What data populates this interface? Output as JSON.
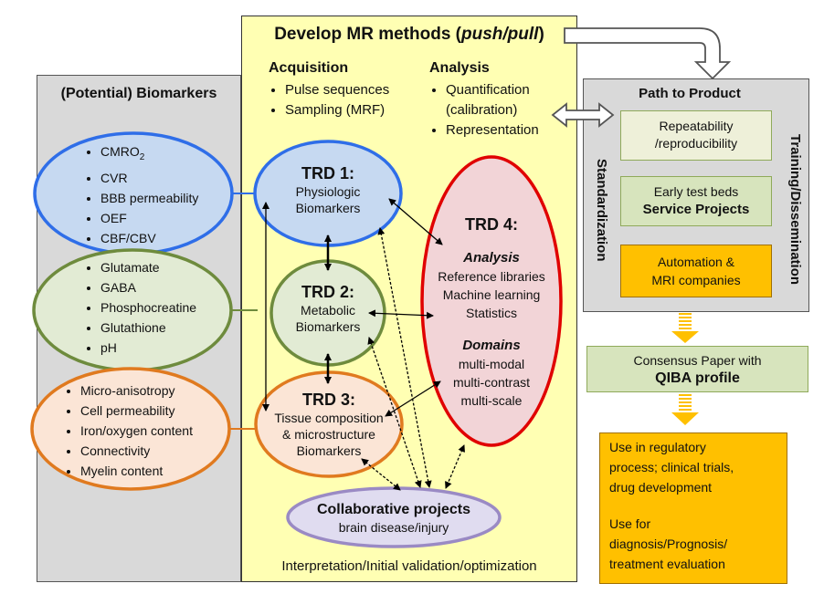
{
  "center_panel": {
    "title_prefix": "Develop MR methods (",
    "title_italic": "push/pull",
    "title_suffix": ")",
    "acquisition": {
      "heading": "Acquisition",
      "items": [
        "Pulse sequences",
        "Sampling (MRF)"
      ]
    },
    "analysis": {
      "heading": "Analysis",
      "items": [
        "Quantification (calibration)",
        "Representation"
      ]
    },
    "footer": "Interpretation/Initial validation/optimization"
  },
  "biomarkers_panel": {
    "title": "(Potential) Biomarkers",
    "group1": [
      "CMRO",
      "CVR",
      "BBB permeability",
      "OEF",
      "CBF/CBV"
    ],
    "group1_subscript": "2",
    "group2": [
      "Glutamate",
      "GABA",
      "Phosphocreatine",
      "Glutathione",
      "pH"
    ],
    "group3": [
      "Micro-anisotropy",
      "Cell permeability",
      "Iron/oxygen content",
      "Connectivity",
      "Myelin content"
    ]
  },
  "trd1": {
    "title": "TRD 1:",
    "line1": "Physiologic",
    "line2": "Biomarkers"
  },
  "trd2": {
    "title": "TRD 2:",
    "line1": "Metabolic",
    "line2": "Biomarkers"
  },
  "trd3": {
    "title": "TRD 3:",
    "line1": "Tissue composition",
    "line2": "& microstructure",
    "line3": "Biomarkers"
  },
  "trd4": {
    "title": "TRD 4:",
    "analysis_heading": "Analysis",
    "analysis_items": [
      "Reference libraries",
      "Machine learning",
      "Statistics"
    ],
    "domains_heading": "Domains",
    "domains_items": [
      "multi-modal",
      "multi-contrast",
      "multi-scale"
    ]
  },
  "collab": {
    "title": "Collaborative projects",
    "subtitle": "brain disease/injury"
  },
  "path_panel": {
    "title": "Path to Product",
    "standardization": "Standardization",
    "training": "Training/Dissemination",
    "box1": {
      "line1": "Repeatability",
      "line2": "/reproducibility"
    },
    "box2": {
      "line1": "Early test beds",
      "line2": "Service Projects"
    },
    "box3": {
      "line1": "Automation &",
      "line2": "MRI companies"
    }
  },
  "consensus": {
    "line1": "Consensus Paper with",
    "line2": "QIBA profile"
  },
  "use_box": {
    "para1": [
      "Use in regulatory",
      "process; clinical trials,",
      "drug development"
    ],
    "para2": [
      "Use for",
      "diagnosis/Prognosis/",
      "treatment evaluation"
    ]
  },
  "colors": {
    "center_bg": "#ffffb3",
    "left_bg": "#d9d9d9",
    "trd1": "#2f6ee8",
    "trd1_fill": "#c6d9f1",
    "trd2": "#6e8b3d",
    "trd2_fill": "#e2ebd4",
    "trd3": "#e07a1f",
    "trd3_fill": "#fbe5d6",
    "trd4": "#e00000",
    "trd4_fill": "#f2d4d7",
    "collab": "#9a8ac4",
    "collab_fill": "#e0dcf0",
    "orange_box": "#ffc000",
    "green_box": "#d7e4bd"
  }
}
